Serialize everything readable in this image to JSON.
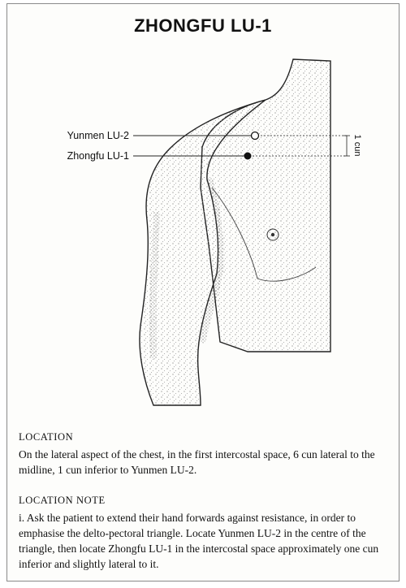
{
  "title": "ZHONGFU LU-1",
  "figure": {
    "labels": {
      "upper_point": "Yunmen LU-2",
      "lower_point": "Zhongfu LU-1",
      "distance": "1 cun"
    }
  },
  "sections": [
    {
      "heading": "LOCATION",
      "text": "On the lateral aspect of the chest, in the first intercostal space, 6 cun lateral to the midline, 1 cun inferior to Yunmen LU-2."
    },
    {
      "heading": "LOCATION NOTE",
      "text": "i. Ask the patient to extend their hand forwards against resistance, in order to emphasise the delto-pectoral triangle. Locate Yunmen LU-2 in the centre of the triangle, then locate Zhongfu LU-1 in the intercostal space approximately one cun inferior and slightly lateral to it."
    }
  ]
}
